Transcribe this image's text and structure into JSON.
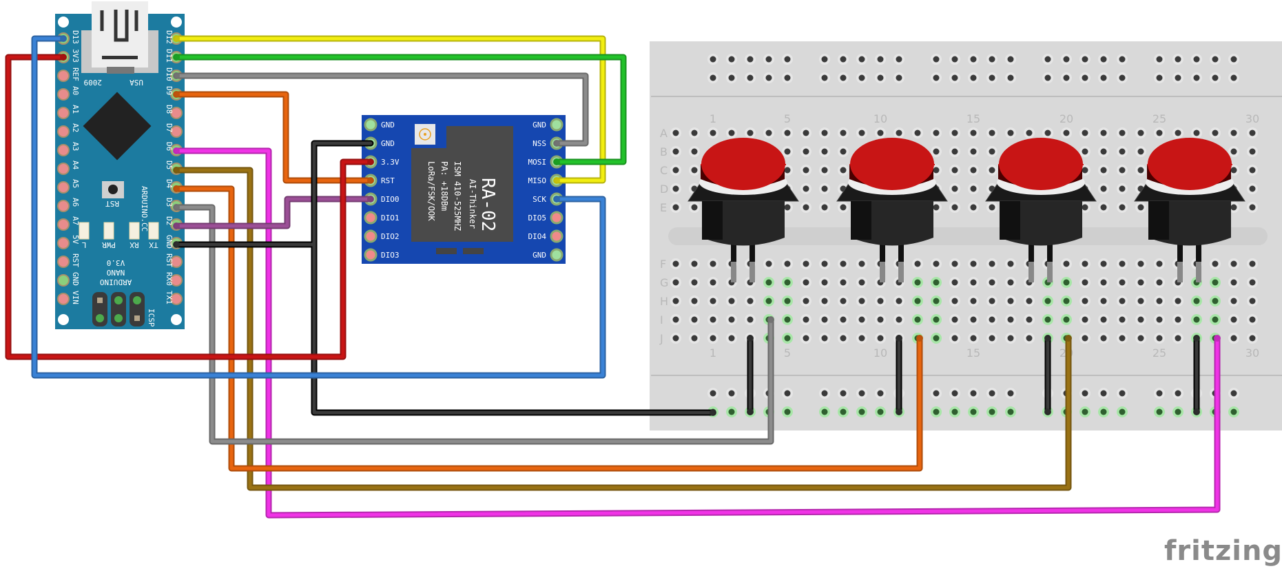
{
  "app": {
    "watermark": "fritzing"
  },
  "arduino": {
    "name": "Arduino Nano",
    "board_text": [
      "ARDUINO",
      "NANO",
      "V3.0"
    ],
    "site": "ARDUINO.CC",
    "made_in": "USA",
    "year": "2009",
    "reset_label": "RST",
    "icsp_label": "ICSP",
    "led_labels": [
      "L",
      "PWR",
      "RX",
      "TX"
    ],
    "left_pins": [
      "D13",
      "3V3",
      "REF",
      "A0",
      "A1",
      "A2",
      "A3",
      "A4",
      "A5",
      "A6",
      "A7",
      "5V",
      "RST",
      "GND",
      "VIN"
    ],
    "right_pins": [
      "D12",
      "D11",
      "D10",
      "D9",
      "D8",
      "D7",
      "D6",
      "D5",
      "D4",
      "D3",
      "D2",
      "GND",
      "RST",
      "RX0",
      "TX1"
    ],
    "colors": {
      "board": "#1c7ba0",
      "pin_unused": "#e88c8c",
      "pin_used": "#7ec97e"
    }
  },
  "lora": {
    "title": "RA-02",
    "maker": "AI-Thinker",
    "lines": [
      "ISM 410-525MHZ",
      "PA: +18DBm",
      "LoRa/FSK/OOK"
    ],
    "left_pins": [
      "GND",
      "GND",
      "3.3V",
      "RST",
      "DIO0",
      "DIO1",
      "DIO2",
      "DIO3"
    ],
    "right_pins": [
      "GND",
      "NSS",
      "MOSI",
      "MISO",
      "SCK",
      "DIO5",
      "DIO4",
      "GND"
    ],
    "colors": {
      "board": "#1547b0",
      "shield": "#4a4a4a"
    }
  },
  "breadboard": {
    "rows_top": [
      "A",
      "B",
      "C",
      "D",
      "E"
    ],
    "rows_bottom": [
      "F",
      "G",
      "H",
      "I",
      "J"
    ],
    "column_numbers": [
      "1",
      "5",
      "10",
      "15",
      "20",
      "25",
      "30"
    ],
    "columns": 30,
    "colors": {
      "body": "#d9d9d9",
      "hole": "#3a3a3a",
      "hole_active": "#2f5f2f",
      "hole_glow": "#86e086"
    }
  },
  "buttons": [
    {
      "name": "button-1",
      "cap_color": "#c81515"
    },
    {
      "name": "button-2",
      "cap_color": "#c81515"
    },
    {
      "name": "button-3",
      "cap_color": "#c81515"
    },
    {
      "name": "button-4",
      "cap_color": "#c81515"
    }
  ],
  "wires": [
    {
      "name": "wire-d12-miso",
      "from": "Nano D12",
      "to": "RA-02 MISO",
      "color": "#f2ee10"
    },
    {
      "name": "wire-d11-mosi",
      "from": "Nano D11",
      "to": "RA-02 MOSI",
      "color": "#22c22a"
    },
    {
      "name": "wire-d10-nss",
      "from": "Nano D10",
      "to": "RA-02 NSS",
      "color": "#8c8c8c"
    },
    {
      "name": "wire-d9-rst",
      "from": "Nano D9",
      "to": "RA-02 RST",
      "color": "#e8650f"
    },
    {
      "name": "wire-d6-button4",
      "from": "Nano D6",
      "to": "Button 4",
      "color": "#f033e6"
    },
    {
      "name": "wire-d5-button3",
      "from": "Nano D5",
      "to": "Button 3",
      "color": "#9a7214"
    },
    {
      "name": "wire-d4-button2",
      "from": "Nano D4",
      "to": "Button 2",
      "color": "#e8650f"
    },
    {
      "name": "wire-d3-button1",
      "from": "Nano D3",
      "to": "Button 1",
      "color": "#8c8c8c"
    },
    {
      "name": "wire-d2-dio0",
      "from": "Nano D2",
      "to": "RA-02 DIO0",
      "color": "#9b4f96"
    },
    {
      "name": "wire-gnd",
      "from": "Nano GND",
      "to": "RA-02 GND / breadboard GND rail",
      "color": "#3a3a3a"
    },
    {
      "name": "wire-3v3",
      "from": "Nano 3V3",
      "to": "RA-02 3.3V",
      "color": "#c81515"
    },
    {
      "name": "wire-d13-sck",
      "from": "Nano D13",
      "to": "RA-02 SCK",
      "color": "#3a82d6"
    },
    {
      "name": "wire-gnd-button1",
      "from": "Button 1",
      "to": "GND rail",
      "color": "#3a3a3a"
    },
    {
      "name": "wire-gnd-button2",
      "from": "Button 2",
      "to": "GND rail",
      "color": "#3a3a3a"
    },
    {
      "name": "wire-gnd-button3",
      "from": "Button 3",
      "to": "GND rail",
      "color": "#3a3a3a"
    },
    {
      "name": "wire-gnd-button4",
      "from": "Button 4",
      "to": "GND rail",
      "color": "#3a3a3a"
    }
  ]
}
